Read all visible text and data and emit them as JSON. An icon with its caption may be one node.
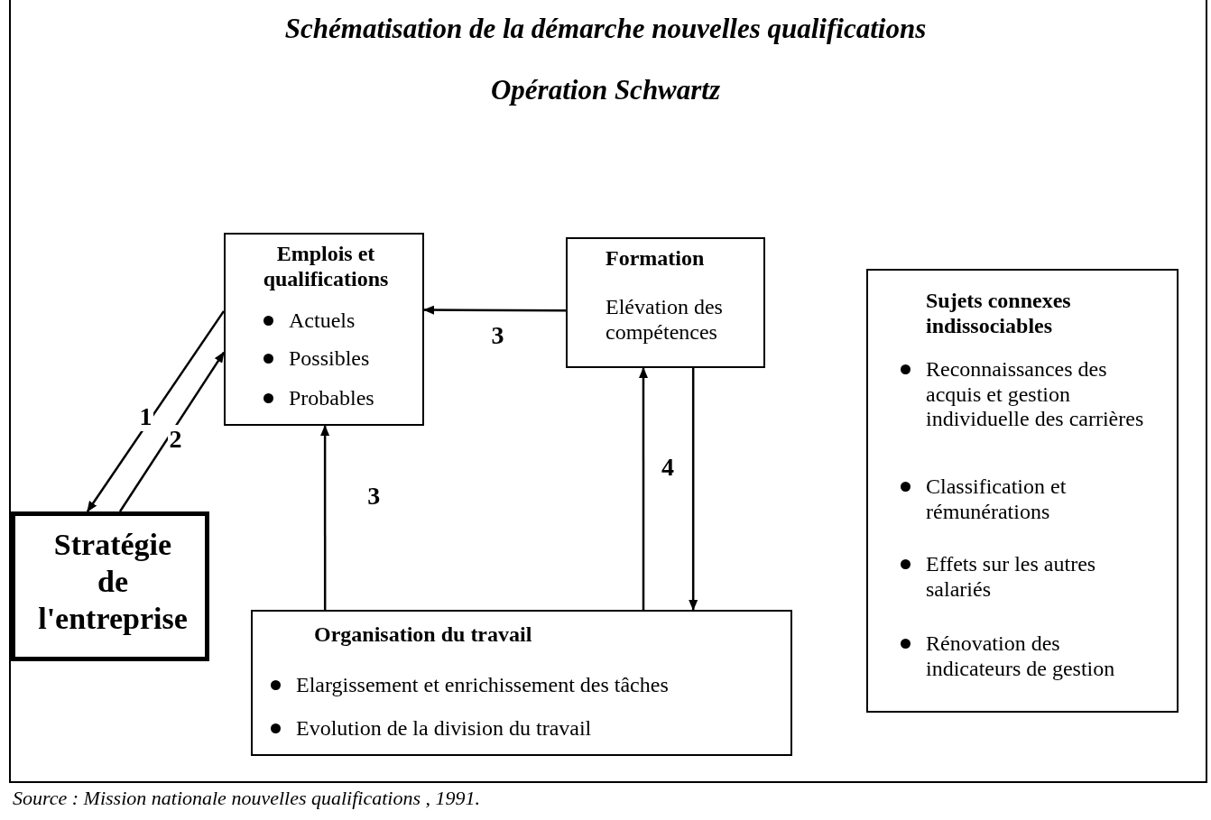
{
  "diagram": {
    "title": "Schématisation de la démarche nouvelles qualifications",
    "caption": "Source : Mission nationale nouvelles qualifications , 1991.",
    "nodes": [
      {
        "text": [
          "Emplois et qualifications",
          "Actuels",
          "Possibles",
          "Probables"
        ]
      },
      {
        "text": [
          "Formation",
          "Elévation des compétences"
        ]
      },
      {
        "text": [
          "Sujets connexes indissociables",
          "Reconnaissances des acquis et gestion individuelle des carrières",
          "Classification et rémunérations",
          "Effets sur les autres salariés",
          "Rénovation des indicateurs de gestion"
        ]
      },
      {
        "text": [
          "Stratégie de l'entreprise"
        ]
      },
      {
        "text": [
          "Organisation du travail",
          "Elargissement et enrichissement des tâches",
          "Evolution de la division du travail"
        ]
      }
    ],
    "edges": [
      {
        "from": 0,
        "to": 3,
        "arrow": "to",
        "label": "1"
      },
      {
        "from": 3,
        "to": 0,
        "arrow": "to",
        "label": "2"
      },
      {
        "from": 1,
        "to": 0,
        "arrow": "to",
        "label": "3"
      },
      {
        "from": 4,
        "to": 0,
        "arrow": "to",
        "label": "3"
      },
      {
        "from": 4,
        "to": 1,
        "arrow": "to",
        "label": "4"
      },
      {
        "from": 1,
        "to": 4,
        "arrow": "to"
      }
    ],
    "labels": [
      "Opération Schwartz"
    ]
  }
}
